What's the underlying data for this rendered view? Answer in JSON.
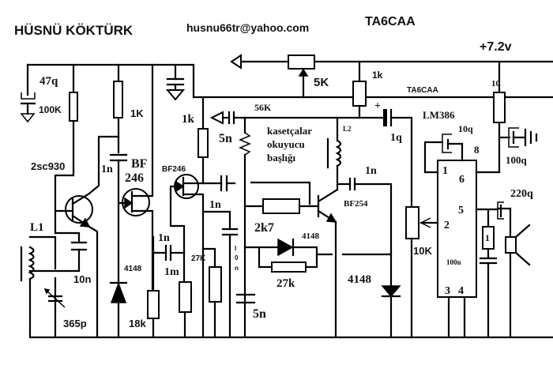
{
  "header": {
    "author": "HÜSNÜ  KÖKTÜRK",
    "email": "husnu66tr@yahoo.com",
    "callsign": "TA6CAA",
    "callsign_small": "TA6CAA",
    "supply": "+7.2v"
  },
  "labels": {
    "c_47q": "47q",
    "r_100k": "100K",
    "r_1k_a": "1K",
    "r_1k_b": "1k",
    "r_1k_c": "1k",
    "pot_5k": "5K",
    "r_56k": "56K",
    "c_5n_a": "5n",
    "q1": "2sc930",
    "c_1n_a": "1n",
    "jfet1_a": "BF",
    "jfet1_b": "246",
    "jfet2": "BF246",
    "c_1n_b": "1n",
    "l1": "L1",
    "c_10n": "10n",
    "c_365p": "365p",
    "d_4148_a": "4148",
    "r_18k": "18k",
    "c_1n_c": "1n",
    "r_1m": "1m",
    "r_27k_a": "27K",
    "c_10n_v1": "I",
    "c_10n_v2": "0",
    "c_10n_v3": "n",
    "c_5n_b": "5n",
    "head_1": "kasetçalar",
    "head_2": "okuyucu",
    "head_3": "başlığı",
    "l2": "L2",
    "r_2k7": "2k7",
    "d_4148_b": "4148",
    "r_27k_b": "27k",
    "q2": "BF254",
    "c_1n_d": "1n",
    "d_4148_c": "4148",
    "c_1q": "1q",
    "ic": "LM386",
    "c_10q": "10q",
    "pin8": "8",
    "pin1": "1",
    "pin6": "6",
    "pin5": "5",
    "pin2": "2",
    "pin3": "3",
    "pin4": "4",
    "pot_10k": "10K",
    "c_100n": "100n",
    "r_10": "10",
    "c_100q": "100q",
    "c_220q": "220q",
    "r_1": "1"
  }
}
